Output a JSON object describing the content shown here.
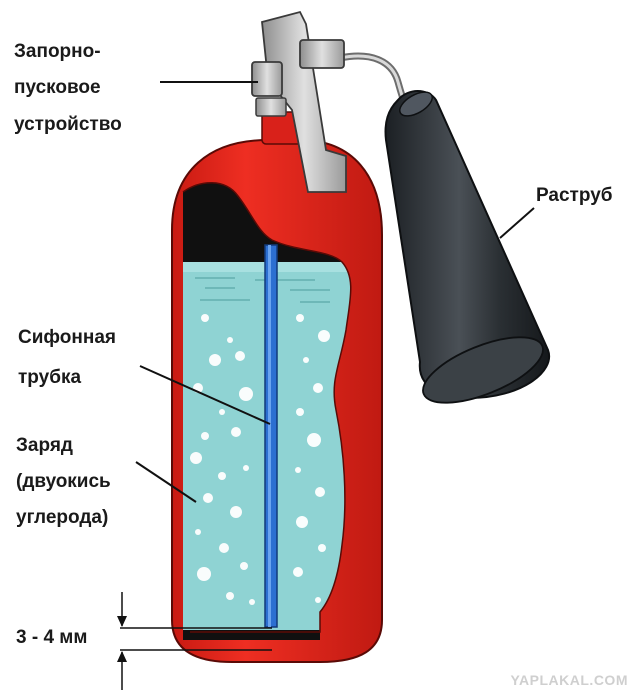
{
  "labels": {
    "valve_line1": "Запорно-",
    "valve_line2": "пусковое",
    "valve_line3": "устройство",
    "horn": "Раструб",
    "siphon_line1": "Сифонная",
    "siphon_line2": "трубка",
    "charge_line1": "Заряд",
    "charge_line2": "(двуокись",
    "charge_line3": "углерода)",
    "gap": "3 - 4 мм"
  },
  "watermark": "YAPLAKAL.COM",
  "colors": {
    "cylinder": "#e8271c",
    "cylinder_dark": "#b3140e",
    "liquid": "#8fd3d3",
    "gas_void": "#101010",
    "siphon_tube": "#2c6fd1",
    "valve_metal": "#b9b9b9",
    "horn": "#2f3438",
    "leader_line": "#111111"
  }
}
